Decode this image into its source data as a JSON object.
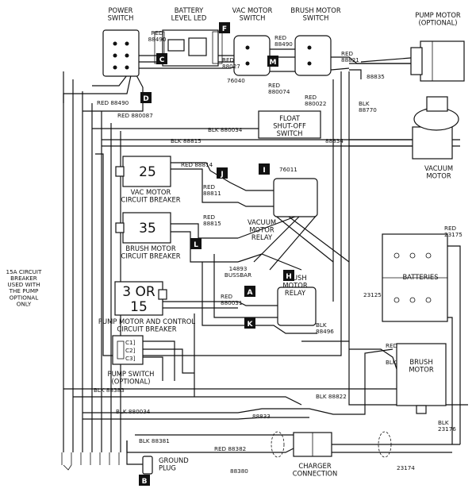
{
  "components": {
    "power_switch": "POWER\nSWITCH",
    "battery_led": "BATTERY\nLEVEL LED",
    "vac_motor_switch": "VAC MOTOR\nSWITCH",
    "brush_motor_switch": "BRUSH MOTOR\nSWITCH",
    "pump_motor": "PUMP MOTOR\n(OPTIONAL)",
    "float_switch": "FLOAT\nSHUT-OFF\nSWITCH",
    "vacuum_motor": "VACUUM\nMOTOR",
    "vac_breaker_value": "25",
    "vac_breaker": "VAC MOTOR\nCIRCUIT BREAKER",
    "brush_breaker_value": "35",
    "brush_breaker": "BRUSH MOTOR\nCIRCUIT BREAKER",
    "vacuum_relay": "VACUUM\nMOTOR\nRELAY",
    "brush_relay": "BRUSH\nMOTOR\nRELAY",
    "pump_breaker_value": "3 OR\n15",
    "pump_breaker": "PUMP MOTOR AND CONTROL\nCIRCUIT BREAKER",
    "pump_switch": "PUMP SWITCH\n(OPTIONAL)",
    "batteries": "BATTERIES",
    "brush_motor": "BRUSH\nMOTOR",
    "charger": "CHARGER\nCONNECTION",
    "ground_plug": "GROUND\nPLUG",
    "breaker_note": "15A CIRCUIT\nBREAKER\nUSED WITH\nTHE PUMP\nOPTIONAL\nONLY",
    "busbar": "14893\nBUSSBAR",
    "pump_switch_terminals": [
      "C1]",
      "C2]",
      "C3]"
    ]
  },
  "markers": [
    "F",
    "M",
    "C",
    "D",
    "I",
    "J",
    "L",
    "H",
    "A",
    "K",
    "B"
  ],
  "wire_labels": {
    "red_88490_top": "RED\n88490",
    "red_88490_vac": "RED\n88490",
    "red_88027": "RED\n88027",
    "n76040": "76040",
    "red_880074": "RED\n880074",
    "red_880022": "RED\n880022",
    "red_88821": "RED\n88821",
    "n88835": "88835",
    "blk_88770": "BLK\n88770",
    "red_88490_left": "RED 88490",
    "red_880087": "RED 880087",
    "blk_880034_top": "BLK 880034",
    "blk_88815": "BLK 88815",
    "n88834": "88834",
    "n76011": "76011",
    "red_88814": "RED 88814",
    "red_88811": "RED\n88811",
    "red_88815": "RED\n88815",
    "red_880031": "RED\n880031",
    "blk_88496": "BLK\n88496",
    "red_23175": "RED\n23175",
    "n23125": "23125",
    "red_brush": "RED",
    "blk_brush": "BLK",
    "blk_88383": "BLK 88383",
    "blk_88822": "BLK 88822",
    "blk_880034_bottom": "BLK 880034",
    "n88833": "88833",
    "blk_23176": "BLK\n23176",
    "blk_88381": "BLK 88381",
    "red_88382": "RED 88382",
    "n88380": "88380",
    "n23174": "23174"
  }
}
